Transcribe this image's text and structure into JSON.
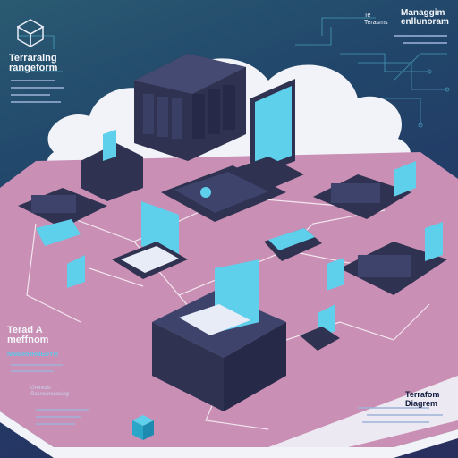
{
  "titles": {
    "top_left": "Terraraing\nrangeform",
    "top_right_main": "Managgim\nenllunoram",
    "top_right_small": "Te\nTerasms",
    "middle_left": "Terad A\nmeffnom",
    "middle_left_sub": "NNIBRHRNEDYR",
    "lower_left": "Ororedis\nRasnemocosing",
    "bottom_right": "Terrafom\nDiagrem"
  },
  "colors": {
    "background_top": "#2a5a72",
    "background_bottom": "#2a2f5e",
    "platform": "#c98fb4",
    "cloud": "#f1f3f8",
    "accent": "#5fd0ec",
    "device_dark": "#2f3250"
  }
}
